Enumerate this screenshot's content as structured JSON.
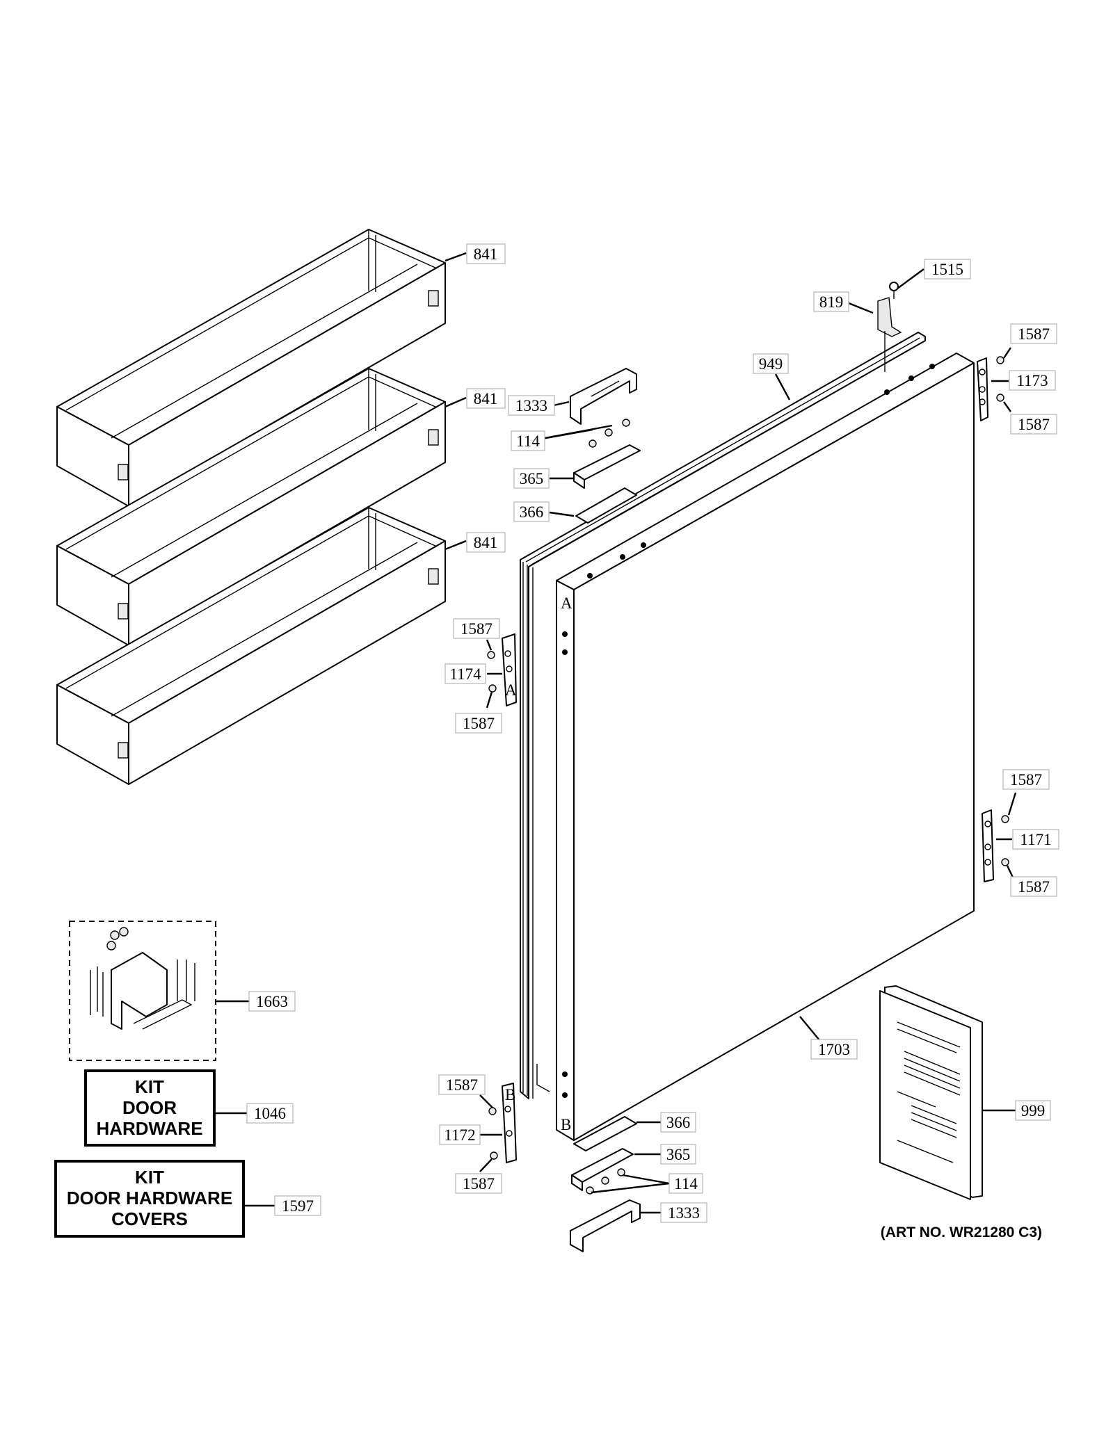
{
  "labels": {
    "bin_top": "841",
    "bin_middle": "841",
    "bin_bottom": "841",
    "screw_top_right": "1515",
    "bracket_top": "819",
    "gasket": "949",
    "screw_1173_upper": "1587",
    "hinge_1173": "1173",
    "screw_1173_lower": "1587",
    "hinge_cover_top": "1333",
    "screws_top": "114",
    "hinge_top": "365",
    "shim_top": "366",
    "screw_1174_upper": "1587",
    "hinge_1174": "1174",
    "screw_1174_lower": "1587",
    "screw_1171_upper": "1587",
    "hinge_1171": "1171",
    "screw_1171_lower": "1587",
    "kit_1663": "1663",
    "door_panel": "1703",
    "manual": "999",
    "kit_1046": "1046",
    "screw_1172_upper": "1587",
    "hinge_1172": "1172",
    "screw_1172_lower": "1587",
    "shim_bottom": "366",
    "hinge_bottom": "365",
    "screws_bottom": "114",
    "hinge_cover_bottom": "1333",
    "kit_1597": "1597"
  },
  "kit_door_hardware": [
    "KIT",
    "DOOR",
    "HARDWARE"
  ],
  "kit_door_hardware_covers": [
    "KIT",
    "DOOR HARDWARE",
    "COVERS"
  ],
  "hinge_markers": {
    "top_left": "A",
    "bottom_left": "B",
    "hinge_1174_letter": "A",
    "hinge_1172_letter": "B"
  },
  "art_number": "(ART NO. WR21280 C3)"
}
